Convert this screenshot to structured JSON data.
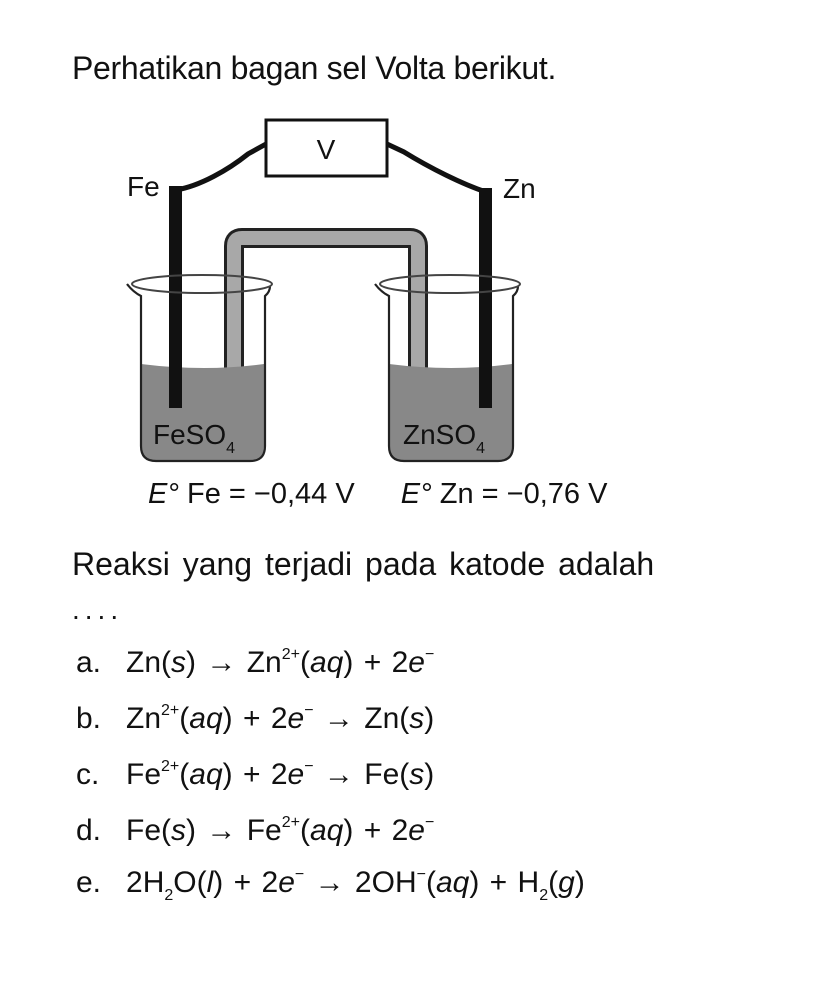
{
  "intro": "Perhatikan bagan sel Volta berikut.",
  "diagram": {
    "voltmeter": "V",
    "left_electrode": "Fe",
    "right_electrode": "Zn",
    "left_solution": "FeSO",
    "left_solution_sub": "4",
    "right_solution": "ZnSO",
    "right_solution_sub": "4",
    "colors": {
      "solution": "#888888",
      "electrode": "#111111",
      "salt_bridge": "#a8a8a8"
    }
  },
  "potentials": [
    {
      "symbol": "E°",
      "text": " Fe = −0,44 V"
    },
    {
      "symbol": "E°",
      "text": " Zn = −0,76 V"
    }
  ],
  "question": "Reaksi yang terjadi pada katode adalah",
  "dots": "....",
  "options": [
    {
      "letter": "a.",
      "equation": "Zn(s) → Zn2+(aq) + 2e−"
    },
    {
      "letter": "b.",
      "equation": "Zn2+(aq) + 2e− → Zn(s)"
    },
    {
      "letter": "c.",
      "equation": "Fe2+(aq) + 2e− → Fe(s)"
    },
    {
      "letter": "d.",
      "equation": "Fe(s) → Fe2+(aq) + 2e−"
    },
    {
      "letter": "e.",
      "equation": "2H2O(l) + 2e− → 2OH−(aq) + H2(g)"
    }
  ]
}
